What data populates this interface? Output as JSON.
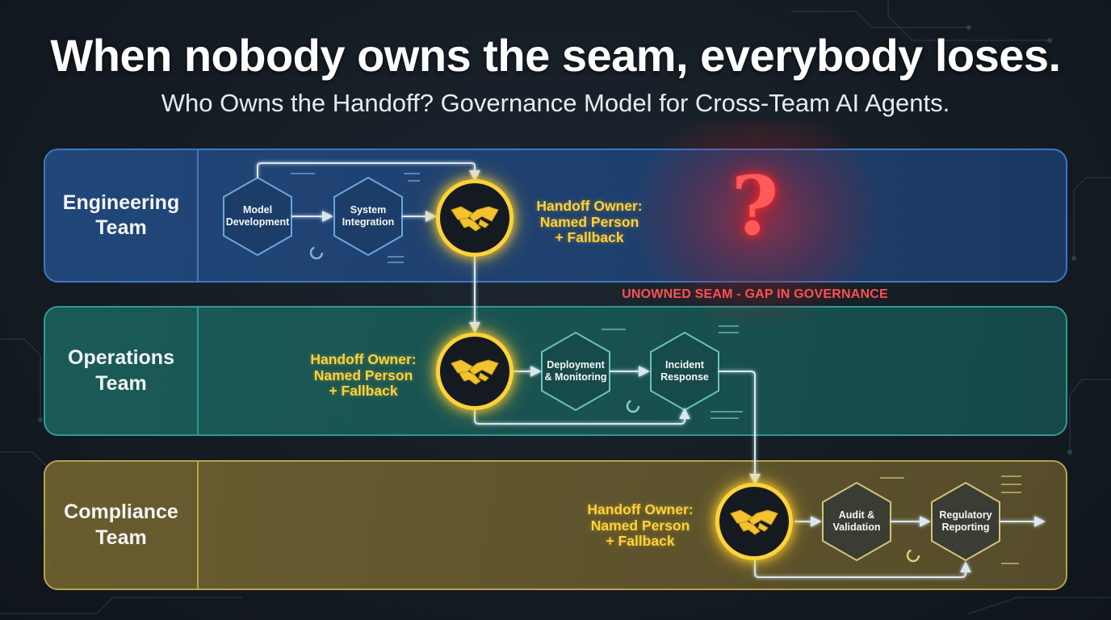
{
  "title": "When nobody owns the seam, everybody loses.",
  "subtitle": "Who Owns the Handoff? Governance Model for Cross-Team AI Agents.",
  "lanes": [
    {
      "label": "Engineering\nTeam",
      "color": "#3d79bf"
    },
    {
      "label": "Operations\nTeam",
      "color": "#2f9a90"
    },
    {
      "label": "Compliance\nTeam",
      "color": "#b8a24f"
    }
  ],
  "steps": {
    "model_development": "Model\nDevelopment",
    "system_integration": "System\nIntegration",
    "deployment_monitoring": "Deployment\n& Monitoring",
    "incident_response": "Incident\nResponse",
    "audit_validation": "Audit &\nValidation",
    "regulatory_reporting": "Regulatory\nReporting"
  },
  "handoff_owner_label": "Handoff Owner:\nNamed Person\n+ Fallback",
  "gap": {
    "symbol": "?",
    "label": "UNOWNED SEAM - GAP IN GOVERNANCE",
    "color": "#ff5050"
  },
  "icons": {
    "handoff": "handshake-icon",
    "step": "hexagon-node"
  },
  "colors": {
    "accent": "#ffd23a",
    "flow_line": "#cfe3f0",
    "background": "#141b22"
  }
}
